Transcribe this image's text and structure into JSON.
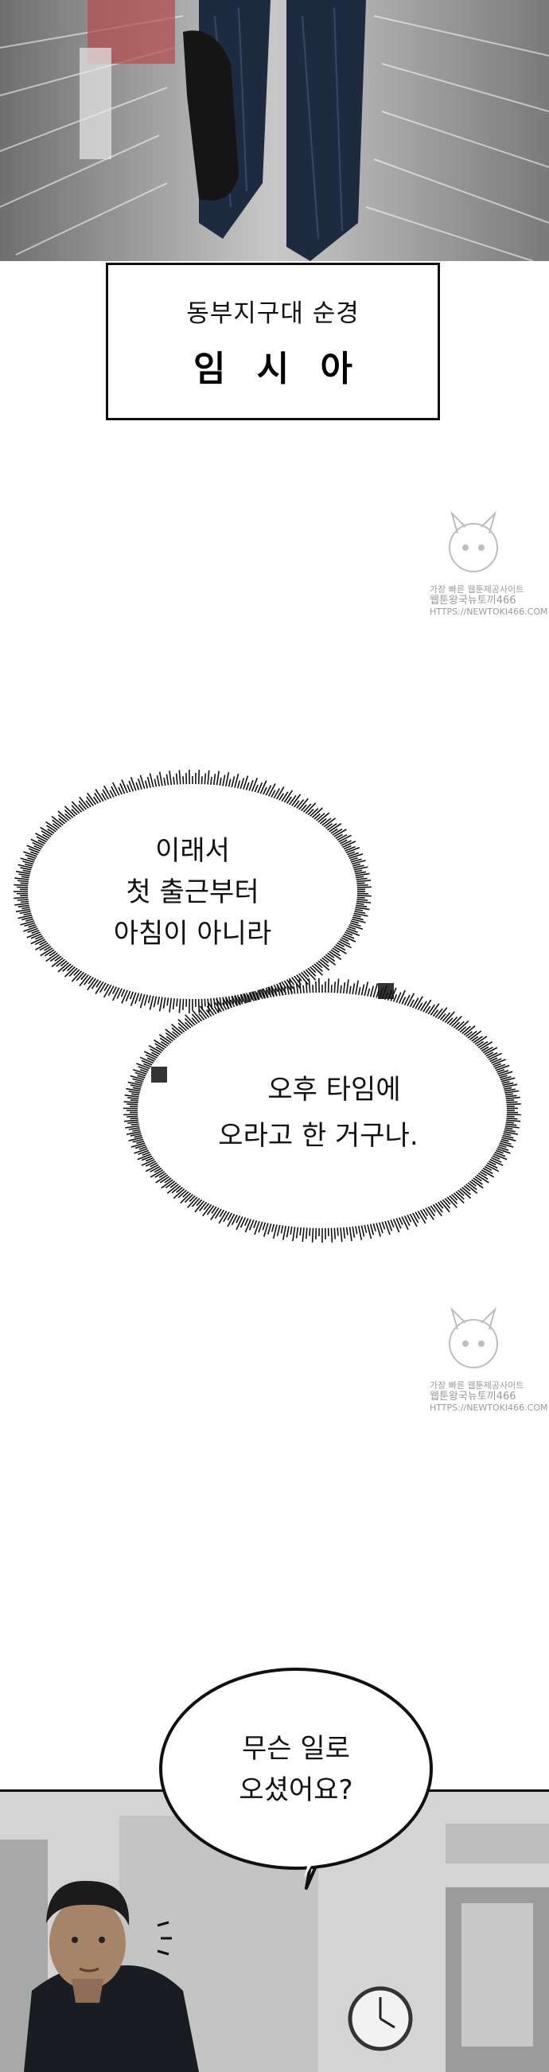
{
  "caption": {
    "subtitle": "동부지구대 순경",
    "name": "임 시 아"
  },
  "thought_bubble_1": {
    "lines": [
      "이래서",
      "첫 출근부터",
      "아침이 아니라"
    ]
  },
  "thought_bubble_2": {
    "lines": [
      "오후 타임에",
      "오라고 한 거구나."
    ]
  },
  "speech_bubble": {
    "lines": [
      "무슨 일로",
      "오셨어요?"
    ]
  },
  "watermark": {
    "line1": "가장 빠른 웹툰제공사이트",
    "line2": "웹툰왕국뉴토끼466",
    "line3": "HTTPS://NEWTOKI466.COM"
  },
  "colors": {
    "panel_bg": "#8a8a8a",
    "pants": "#1e2a3f",
    "shoe": "#151515",
    "ink": "#111111"
  }
}
